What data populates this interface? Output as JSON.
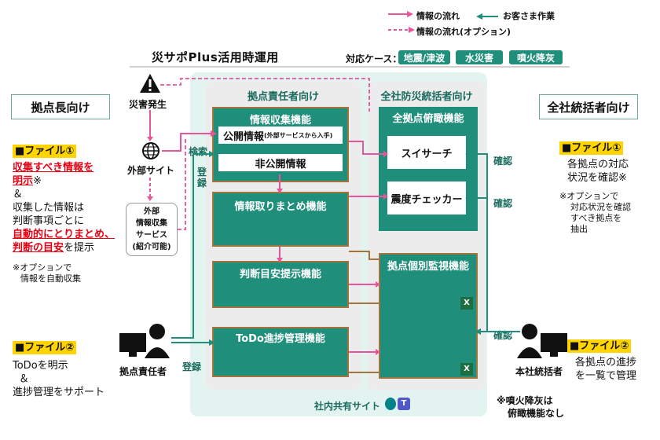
{
  "header": {
    "title": "災サポPlus活用時運用",
    "case_label": "対応ケース：",
    "cases": [
      "地震/津波",
      "水災害",
      "噴火降灰"
    ]
  },
  "legend": {
    "info_flow": "情報の流れ",
    "customer_work": "お客さま作業",
    "info_flow_option": "情報の流れ(オプション)"
  },
  "left": {
    "heading": "拠点長向け",
    "file1": "■ファイル①",
    "line1_red": "収集すべき情報を",
    "line2_red": "明示",
    "line2_tail": "※",
    "amp1": "＆",
    "line3": "収集した情報は",
    "line4": "判断事項ごとに",
    "line5_red": "自動的にとりまとめ、",
    "line6_red": "判断の目安",
    "line6_tail": "を提示",
    "note1": "※オプションで",
    "note2": "情報を自動収集",
    "file2": "■ファイル②",
    "todo1": "ToDoを明示",
    "amp2": "＆",
    "todo2": "進捗管理をサポート"
  },
  "right": {
    "heading": "全社統括者向け",
    "file1": "■ファイル①",
    "r1": "各拠点の対応",
    "r2": "状況を確認※",
    "note1": "※オプションで",
    "note2": "対応状況を確認",
    "note3": "すべき拠点を",
    "note4": "抽出",
    "file2": "■ファイル②",
    "r3": "各拠点の進捗",
    "r4": "を一覧で管理",
    "bottom_note1": "※噴火降灰は",
    "bottom_note2": "俯瞰機能なし"
  },
  "actors": {
    "disaster": "災害発生",
    "external_site": "外部サイト",
    "external_service": [
      "外部",
      "情報収集",
      "サービス",
      "(紹介可能)"
    ],
    "base_manager": "拠点責任者",
    "hq_manager": "本社統括者"
  },
  "center": {
    "base_zone_title": "拠点責任者向け",
    "hq_zone_title": "全社防災統括者向け",
    "info_collect": "情報収集機能",
    "public_info": "公開情報",
    "public_info_note": "(外部サービスから入手)",
    "private_info": "非公開情報",
    "info_summary": "情報取りまとめ機能",
    "judgement": "判断目安提示機能",
    "todo": "ToDo進捗管理機能",
    "overview": "全拠点俯瞰機能",
    "app1": "スイサーチ",
    "app2": "震度チェッカー",
    "base_monitor": "拠点個別監視機能",
    "shared_site": "社内共有サイト"
  },
  "flow_labels": {
    "search": "検索",
    "register_v": "登録",
    "register_h": "登録",
    "confirm1": "確認",
    "confirm2": "確認",
    "confirm3": "確認"
  },
  "colors": {
    "teal": "#1f8f7c",
    "pink": "#e8559a",
    "brown": "#a0763f",
    "yellow": "#ffd400",
    "red": "#e60012"
  }
}
